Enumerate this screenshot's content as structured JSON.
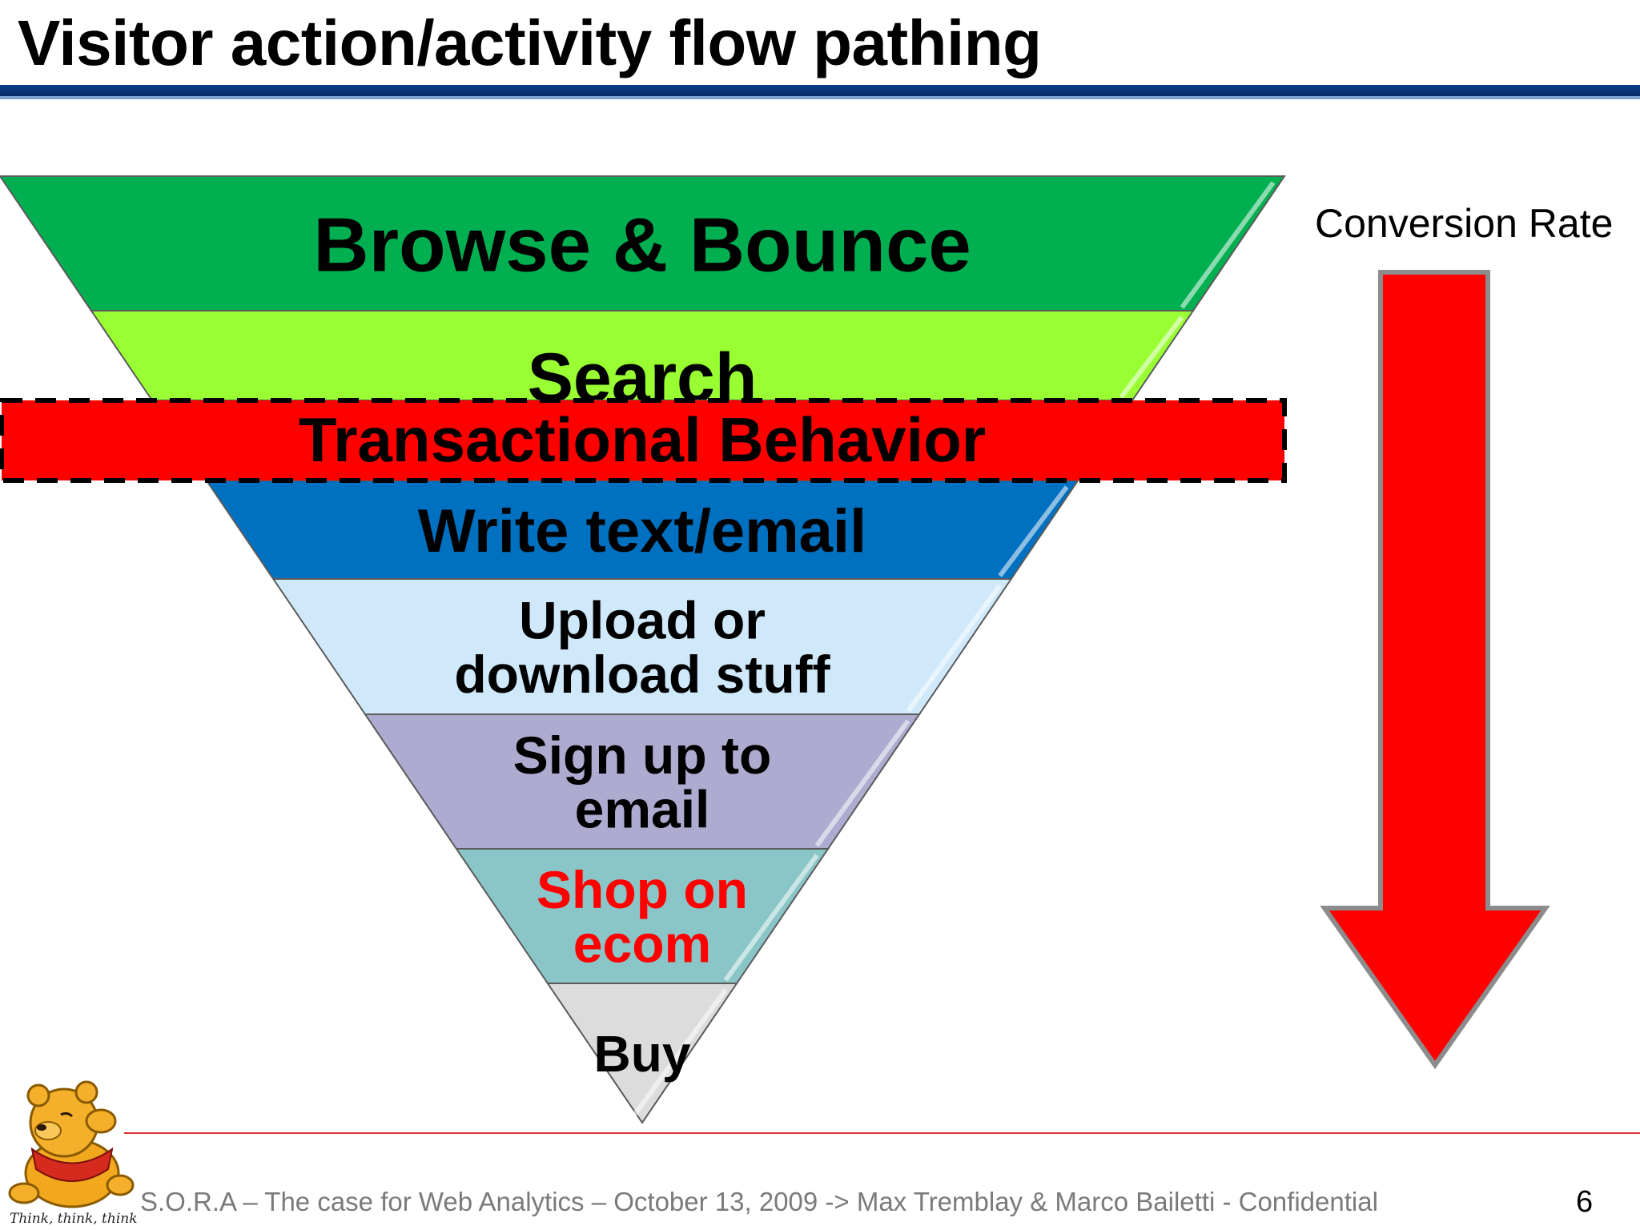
{
  "slide": {
    "title": "Visitor action/activity flow pathing",
    "footer": "S.O.R.A – The  case for Web Analytics – October 13, 2009  -> Max Tremblay & Marco Bailetti - Confidential",
    "page_number": "6",
    "mascot_caption": "Think, think, think"
  },
  "funnel": {
    "stages": [
      {
        "lines": [
          "Browse & Bounce"
        ],
        "fill": "#00b050",
        "text_color": "#000000"
      },
      {
        "lines": [
          "Search"
        ],
        "fill": "#99ff33",
        "text_color": "#000000"
      },
      {
        "lines": [],
        "fill": "#0070c0",
        "text_color": "#000000"
      },
      {
        "lines": [
          "Write text/email"
        ],
        "fill": "#0070c0",
        "text_color": "#000000"
      },
      {
        "lines": [
          "Upload  or",
          "download stuff"
        ],
        "fill": "#cfe9fb",
        "text_color": "#000000"
      },
      {
        "lines": [
          "Sign up to",
          "email"
        ],
        "fill": "#adabd0",
        "text_color": "#000000"
      },
      {
        "lines": [
          "Shop on",
          "ecom"
        ],
        "fill": "#8ac6c7",
        "text_color": "#ff0000"
      },
      {
        "lines": [
          "Buy"
        ],
        "fill": "#dcdcdc",
        "text_color": "#000000"
      }
    ],
    "overlay": {
      "label": "Transactional Behavior",
      "fill": "#ff0000",
      "border": "#000000"
    }
  },
  "conversion": {
    "label": "Conversion Rate",
    "arrow_color": "#ff0000"
  }
}
